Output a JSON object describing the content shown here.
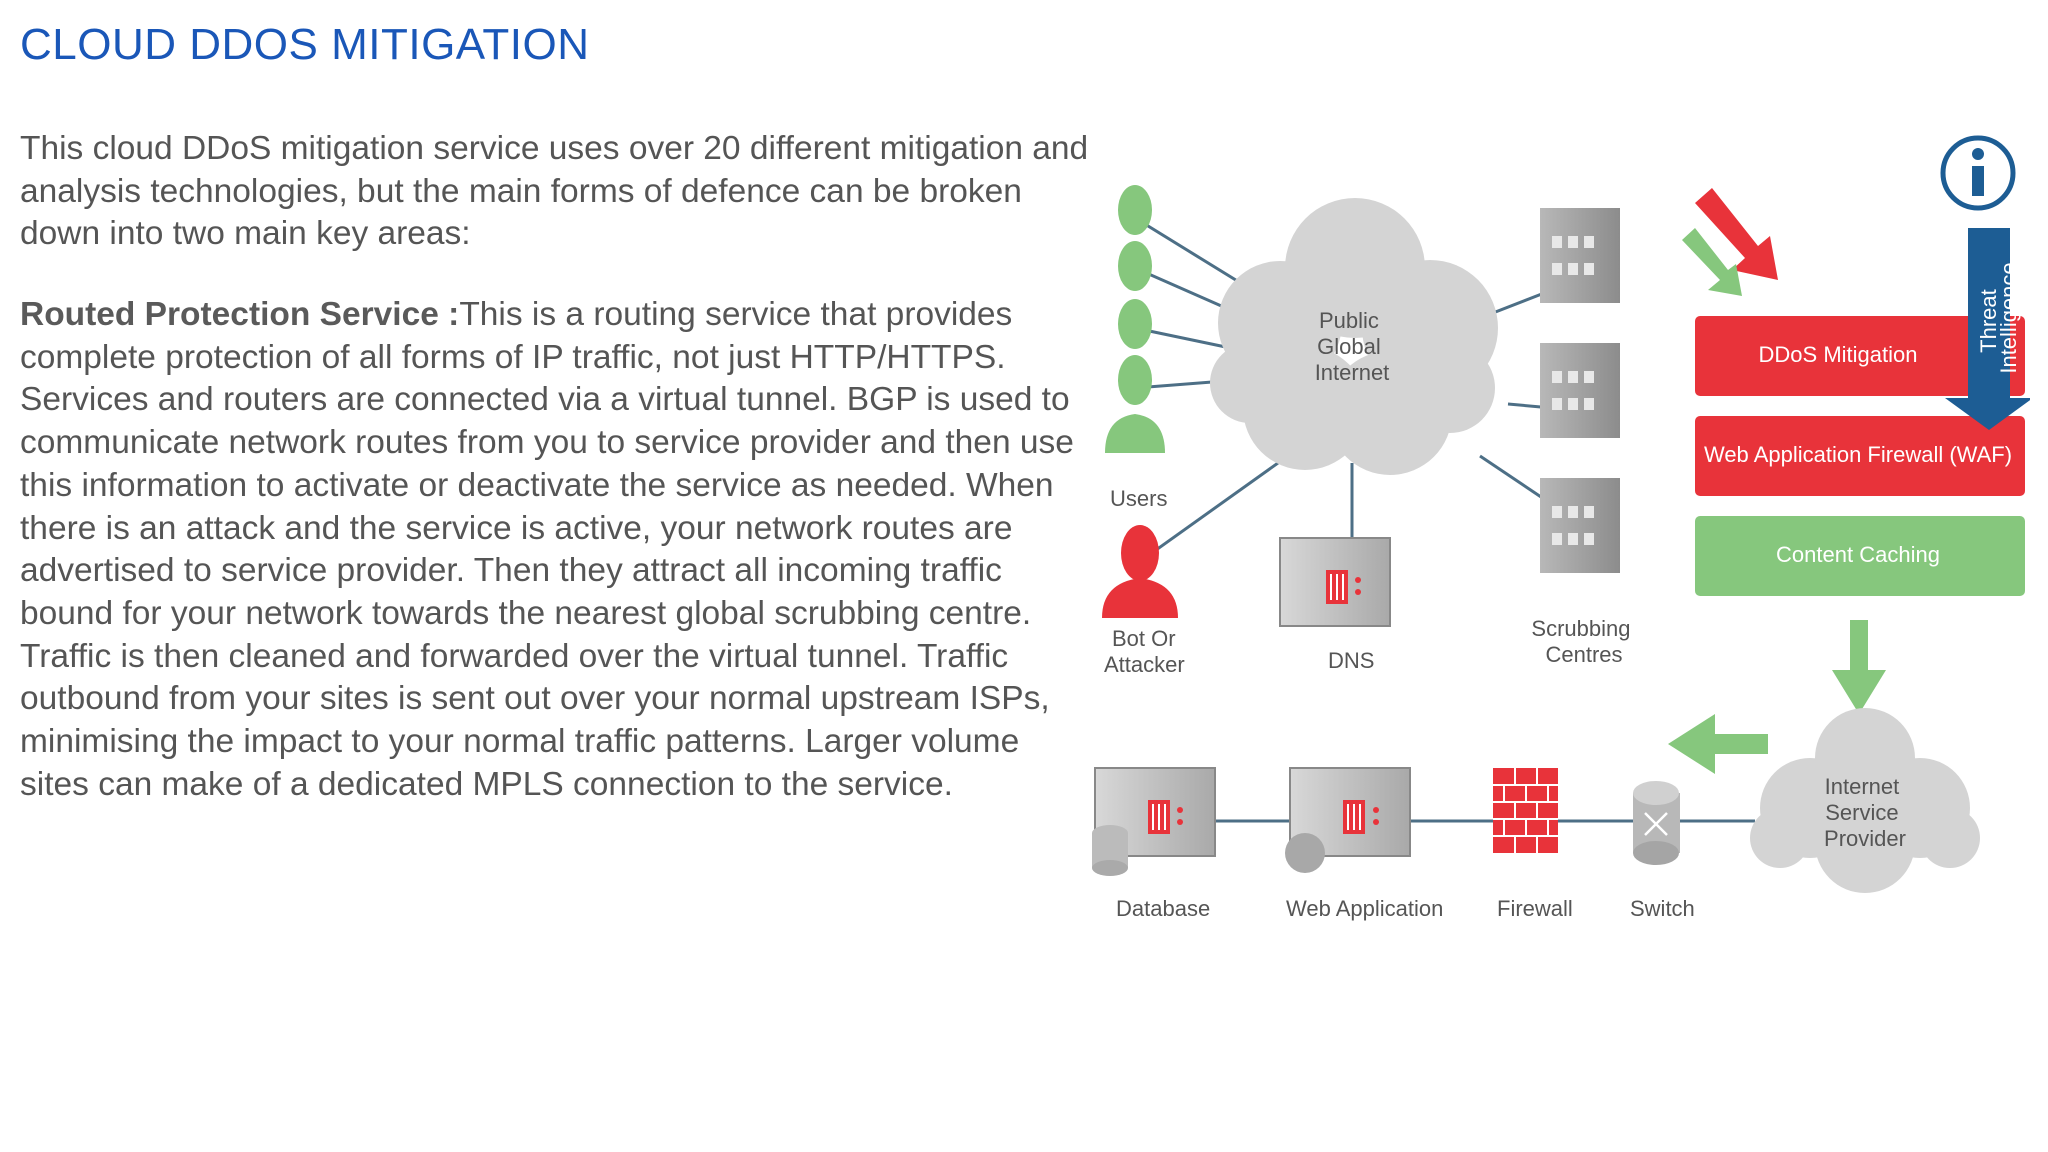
{
  "page": {
    "title": "CLOUD DDOS MITIGATION",
    "intro": "This cloud DDoS mitigation service uses over 20 different mitigation and analysis technologies, but the main forms of defence can be broken down into two main key areas:",
    "section_heading": "Routed Protection Service :",
    "section_body": "This is a routing service that provides complete protection of all forms of IP traffic, not just HTTP/HTTPS. Services and routers are connected via a virtual tunnel. BGP is used to communicate network routes from you to service provider and then use this information to activate or deactivate the service as needed. When there is an attack and the service is active, your network routes are advertised to service provider. Then they attract all incoming traffic bound for your network towards the nearest global scrubbing centre. Traffic is then cleaned and forwarded over the virtual tunnel. Traffic outbound from your sites is sent out over your normal upstream ISPs, minimising the impact to your normal traffic patterns. Larger volume sites can make of a dedicated MPLS connection to the service."
  },
  "diagram": {
    "cloud_top": [
      "Public",
      "Global",
      "Internet"
    ],
    "users_label": "Users",
    "attacker_label": [
      "Bot Or",
      "Attacker"
    ],
    "dns_label": "DNS",
    "scrubbing_label": [
      "Scrubbing",
      "Centres"
    ],
    "threat_label": [
      "Threat",
      "Intelligence"
    ],
    "boxes": {
      "ddos": "DDoS Mitigation",
      "waf": "Web Application Firewall (WAF)",
      "caching": "Content Caching"
    },
    "isp_label": [
      "Internet",
      "Service",
      "Provider"
    ],
    "bottom_labels": {
      "database": "Database",
      "webapp": "Web Application",
      "firewall": "Firewall",
      "switch": "Switch"
    },
    "colors": {
      "title": "#1a57b8",
      "text": "#555555",
      "red": "#e8333a",
      "green": "#86c77d",
      "blue": "#1d5d94",
      "cloud": "#d4d4d4",
      "gray": "#9a9a9a"
    }
  }
}
